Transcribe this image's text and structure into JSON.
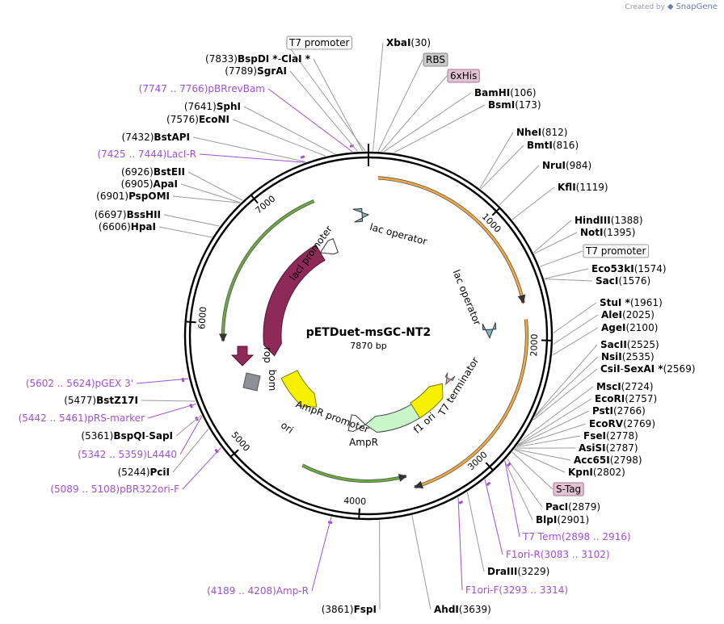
{
  "watermark": {
    "prefix": "Created by",
    "brand": "SnapGene"
  },
  "plasmid": {
    "name": "pETDuet-msGC-NT2",
    "length_bp": 7870,
    "size_label": "7870 bp"
  },
  "tick_labels": [
    "1000",
    "2000",
    "3000",
    "4000",
    "5000",
    "6000",
    "7000"
  ],
  "colors": {
    "feature_box": "#888888",
    "primer": "#a24fd6",
    "enzyme_line": "#9a9a9a",
    "orange_arrow": "#f4a93f",
    "green_arrow": "#6aab3f",
    "lacI": "#8e2a58",
    "ori": "#f7f000",
    "AmpR": "#c9f6c8",
    "rop": "#8e2a58",
    "bom": "#8d9096",
    "RBS_box": "#c9c9c9",
    "his_box": "#e2c2d4"
  },
  "features": [
    {
      "id": "lacI",
      "label": "lacI"
    },
    {
      "id": "laci_prom",
      "label": "lacI promoter"
    },
    {
      "id": "lacop1",
      "label": "lac operator"
    },
    {
      "id": "lacop2",
      "label": "lac operator"
    },
    {
      "id": "rop",
      "label": "rop"
    },
    {
      "id": "bom",
      "label": "bom"
    },
    {
      "id": "ori",
      "label": "ori"
    },
    {
      "id": "ampr_prom",
      "label": "AmpR promoter"
    },
    {
      "id": "ampr",
      "label": "AmpR"
    },
    {
      "id": "f1",
      "label": "f1 ori"
    },
    {
      "id": "t7t",
      "label": "T7 terminator"
    }
  ],
  "labels": [
    {
      "name": "T7 promoter",
      "kind": "box"
    },
    {
      "name": "XbaI",
      "pos": "(30)",
      "kind": "enz"
    },
    {
      "name": "RBS",
      "kind": "box"
    },
    {
      "name": "6xHis",
      "kind": "box"
    },
    {
      "name": "BamHI",
      "pos": "(106)",
      "kind": "enz"
    },
    {
      "name": "BsmI",
      "pos": "(173)",
      "kind": "enz"
    },
    {
      "name": "NheI",
      "pos": "(812)",
      "kind": "enz"
    },
    {
      "name": "BmtI",
      "pos": "(816)",
      "kind": "enz"
    },
    {
      "name": "NruI",
      "pos": "(984)",
      "kind": "enz"
    },
    {
      "name": "KflI",
      "pos": "(1119)",
      "kind": "enz"
    },
    {
      "name": "HindIII",
      "pos": "(1388)",
      "kind": "enz"
    },
    {
      "name": "NotI",
      "pos": "(1395)",
      "kind": "enz"
    },
    {
      "name": "T7 promoter",
      "kind": "box"
    },
    {
      "name": "Eco53kI",
      "pos": "(1574)",
      "kind": "enz"
    },
    {
      "name": "SacI",
      "pos": "(1576)",
      "kind": "enz"
    },
    {
      "name": "StuI *",
      "pos": "(1961)",
      "kind": "enz"
    },
    {
      "name": "AleI",
      "pos": "(2025)",
      "kind": "enz"
    },
    {
      "name": "AgeI",
      "pos": "(2100)",
      "kind": "enz"
    },
    {
      "name": "SacII",
      "pos": "(2525)",
      "kind": "enz"
    },
    {
      "name": "NsiI",
      "pos": "(2535)",
      "kind": "enz"
    },
    {
      "name": "CsiI",
      "sep": " - ",
      "name2": "SexAI *",
      "pos": "(2569)",
      "kind": "enz"
    },
    {
      "name": "MscI",
      "pos": "(2724)",
      "kind": "enz"
    },
    {
      "name": "EcoRI",
      "pos": "(2757)",
      "kind": "enz"
    },
    {
      "name": "PstI",
      "pos": "(2766)",
      "kind": "enz"
    },
    {
      "name": "EcoRV",
      "pos": "(2769)",
      "kind": "enz"
    },
    {
      "name": "FseI",
      "pos": "(2778)",
      "kind": "enz"
    },
    {
      "name": "AsiSI",
      "pos": "(2787)",
      "kind": "enz"
    },
    {
      "name": "Acc65I",
      "pos": "(2798)",
      "kind": "enz"
    },
    {
      "name": "KpnI",
      "pos": "(2802)",
      "kind": "enz"
    },
    {
      "name": "S-Tag",
      "kind": "box"
    },
    {
      "name": "PacI",
      "pos": "(2879)",
      "kind": "enz"
    },
    {
      "name": "BlpI",
      "pos": "(2901)",
      "kind": "enz"
    },
    {
      "name": "T7 Term",
      "pos": "(2898 .. 2916)",
      "kind": "primer"
    },
    {
      "name": "F1ori-R",
      "pos": "(3083 .. 3102)",
      "kind": "primer"
    },
    {
      "name": "DraIII",
      "pos": "(3229)",
      "kind": "enz"
    },
    {
      "name": "F1ori-F",
      "pos": "(3293 .. 3314)",
      "kind": "primer"
    },
    {
      "name": "AhdI",
      "pos": "(3639)",
      "kind": "enz"
    },
    {
      "name": "FspI",
      "pos": "(3861)",
      "kind": "enz"
    },
    {
      "name": "Amp-R",
      "pos": "(4189 .. 4208)",
      "kind": "primer"
    },
    {
      "name": "pBR322ori-F",
      "pos": "(5089 .. 5108)",
      "kind": "primer"
    },
    {
      "name": "PciI",
      "pos": "(5244)",
      "kind": "enz"
    },
    {
      "name": "L4440",
      "pos": "(5342 .. 5359)",
      "kind": "primer"
    },
    {
      "name": "BspQI",
      "sep": " - ",
      "name2": "SapI",
      "pos": "(5361)",
      "kind": "enz"
    },
    {
      "name": "pRS-marker",
      "pos": "(5442 .. 5461)",
      "kind": "primer"
    },
    {
      "name": "BstZ17I",
      "pos": "(5477)",
      "kind": "enz"
    },
    {
      "name": "pGEX 3'",
      "pos": "(5602 .. 5624)",
      "kind": "primer"
    },
    {
      "name": "HpaI",
      "pos": "(6606)",
      "kind": "enz"
    },
    {
      "name": "BssHII",
      "pos": "(6697)",
      "kind": "enz"
    },
    {
      "name": "PspOMI",
      "pos": "(6901)",
      "kind": "enz"
    },
    {
      "name": "ApaI",
      "pos": "(6905)",
      "kind": "enz"
    },
    {
      "name": "BstEII",
      "pos": "(6926)",
      "kind": "enz"
    },
    {
      "name": "LacI-R",
      "pos": "(7425 .. 7444)",
      "kind": "primer"
    },
    {
      "name": "BstAPI",
      "pos": "(7432)",
      "kind": "enz"
    },
    {
      "name": "EcoNI",
      "pos": "(7576)",
      "kind": "enz"
    },
    {
      "name": "SphI",
      "pos": "(7641)",
      "kind": "enz"
    },
    {
      "name": "pBRrevBam",
      "pos": "(7747 .. 7766)",
      "kind": "primer"
    },
    {
      "name": "SgrAI",
      "pos": "(7789)",
      "kind": "enz"
    },
    {
      "name": "BspDI *",
      "sep": " - ",
      "name2": "ClaI *",
      "pos": "(7833)",
      "kind": "enz"
    }
  ]
}
